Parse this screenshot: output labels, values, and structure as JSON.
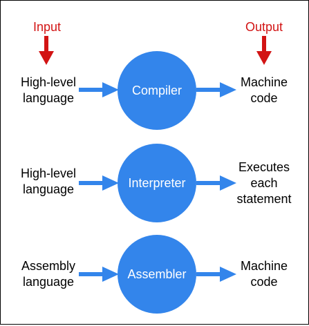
{
  "diagram": {
    "labels": {
      "input": "Input",
      "output": "Output"
    },
    "rows": [
      {
        "input_text": "High-level\nlanguage",
        "process": "Compiler",
        "output_text": "Machine\ncode"
      },
      {
        "input_text": "High-level\nlanguage",
        "process": "Interpreter",
        "output_text": "Executes\neach\nstatement"
      },
      {
        "input_text": "Assembly\nlanguage",
        "process": "Assembler",
        "output_text": "Machine\ncode"
      }
    ]
  },
  "colors": {
    "circle": "#3385eb",
    "arrow": "#3385eb",
    "label": "#d21414",
    "text": "#000000"
  }
}
